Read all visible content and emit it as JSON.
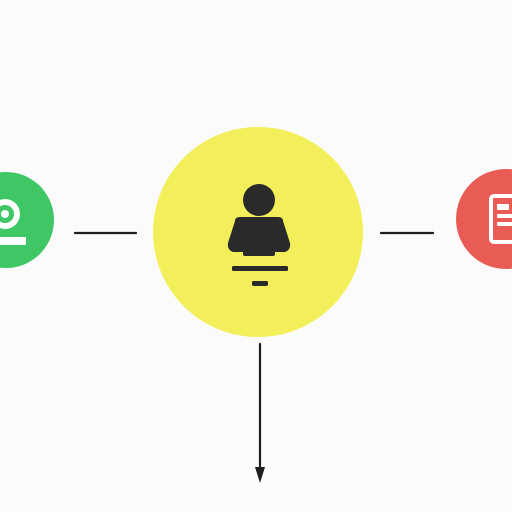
{
  "colors": {
    "background": "#fbfbfb",
    "left_node": "#3ec764",
    "center_node": "#f2ef5a",
    "right_node": "#e85c55",
    "icon_dark": "#2a2a2a",
    "icon_light": "#ffffff",
    "connector": "#1e1e1e"
  },
  "nodes": {
    "left": {
      "icon": "webcam-icon"
    },
    "center": {
      "icon": "person-on-pedestal-icon"
    },
    "right": {
      "icon": "document-card-icon"
    }
  },
  "connectors": {
    "left_to_center": {
      "style": "line"
    },
    "center_to_right": {
      "style": "line"
    },
    "center_down": {
      "style": "arrow"
    }
  }
}
